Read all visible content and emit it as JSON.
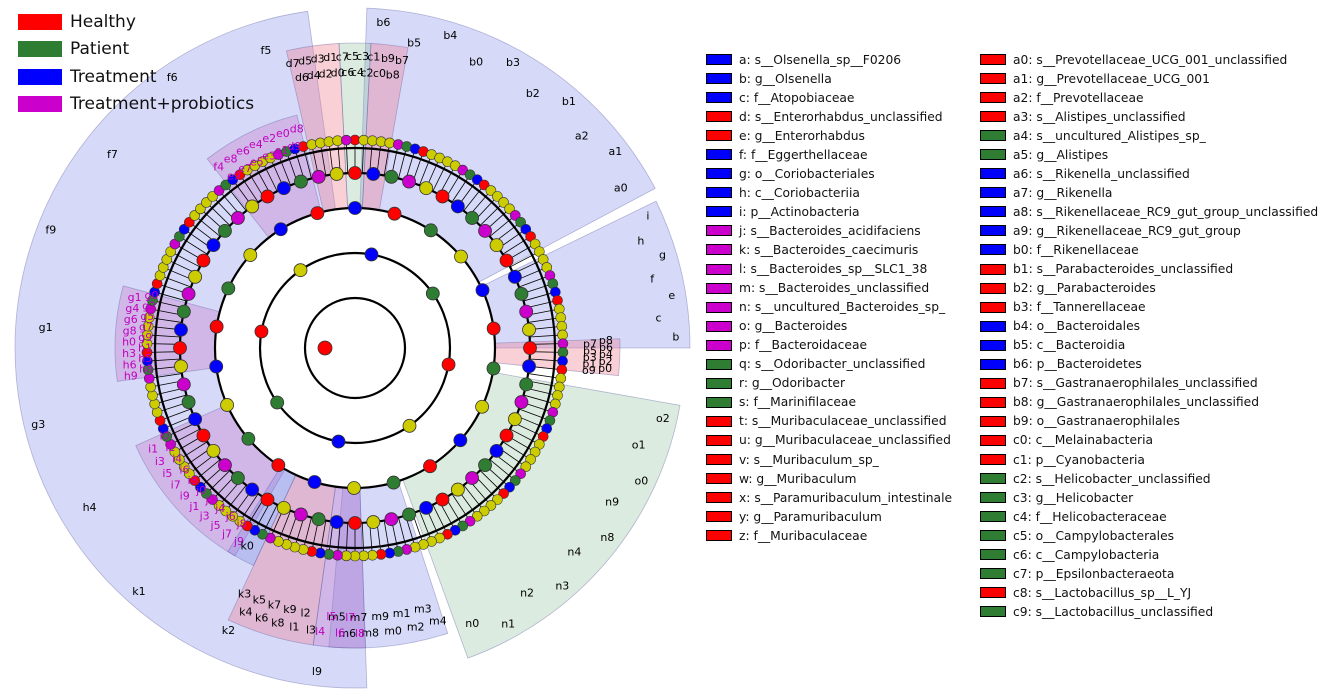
{
  "groups": [
    {
      "name": "Healthy",
      "color": "#ff0000"
    },
    {
      "name": "Patient",
      "color": "#2e7d32"
    },
    {
      "name": "Treatment",
      "color": "#0000ff"
    },
    {
      "name": "Treatment+probiotics",
      "color": "#cc00cc"
    }
  ],
  "chart_data": {
    "type": "cladogram",
    "legend_left": [
      {
        "label": "a: s__Olsenella_sp__F0206",
        "group": "Treatment"
      },
      {
        "label": "b: g__Olsenella",
        "group": "Treatment"
      },
      {
        "label": "c: f__Atopobiaceae",
        "group": "Treatment"
      },
      {
        "label": "d: s__Enterorhabdus_unclassified",
        "group": "Healthy"
      },
      {
        "label": "e: g__Enterorhabdus",
        "group": "Healthy"
      },
      {
        "label": "f: f__Eggerthellaceae",
        "group": "Treatment"
      },
      {
        "label": "g: o__Coriobacteriales",
        "group": "Treatment"
      },
      {
        "label": "h: c__Coriobacteriia",
        "group": "Treatment"
      },
      {
        "label": "i: p__Actinobacteria",
        "group": "Treatment"
      },
      {
        "label": "j: s__Bacteroides_acidifaciens",
        "group": "Treatment+probiotics"
      },
      {
        "label": "k: s__Bacteroides_caecimuris",
        "group": "Treatment+probiotics"
      },
      {
        "label": "l: s__Bacteroides_sp__SLC1_38",
        "group": "Treatment+probiotics"
      },
      {
        "label": "m: s__Bacteroides_unclassified",
        "group": "Treatment+probiotics"
      },
      {
        "label": "n: s__uncultured_Bacteroides_sp_",
        "group": "Treatment+probiotics"
      },
      {
        "label": "o: g__Bacteroides",
        "group": "Treatment+probiotics"
      },
      {
        "label": "p: f__Bacteroidaceae",
        "group": "Treatment+probiotics"
      },
      {
        "label": "q: s__Odoribacter_unclassified",
        "group": "Patient"
      },
      {
        "label": "r: g__Odoribacter",
        "group": "Patient"
      },
      {
        "label": "s: f__Marinifilaceae",
        "group": "Patient"
      },
      {
        "label": "t: s__Muribaculaceae_unclassified",
        "group": "Healthy"
      },
      {
        "label": "u: g__Muribaculaceae_unclassified",
        "group": "Healthy"
      },
      {
        "label": "v: s__Muribaculum_sp_",
        "group": "Healthy"
      },
      {
        "label": "w: g__Muribaculum",
        "group": "Healthy"
      },
      {
        "label": "x: s__Paramuribaculum_intestinale",
        "group": "Healthy"
      },
      {
        "label": "y: g__Paramuribaculum",
        "group": "Healthy"
      },
      {
        "label": "z: f__Muribaculaceae",
        "group": "Healthy"
      }
    ],
    "legend_right": [
      {
        "label": "a0: s__Prevotellaceae_UCG_001_unclassified",
        "group": "Healthy"
      },
      {
        "label": "a1: g__Prevotellaceae_UCG_001",
        "group": "Healthy"
      },
      {
        "label": "a2: f__Prevotellaceae",
        "group": "Healthy"
      },
      {
        "label": "a3: s__Alistipes_unclassified",
        "group": "Healthy"
      },
      {
        "label": "a4: s__uncultured_Alistipes_sp_",
        "group": "Patient"
      },
      {
        "label": "a5: g__Alistipes",
        "group": "Patient"
      },
      {
        "label": "a6: s__Rikenella_unclassified",
        "group": "Treatment"
      },
      {
        "label": "a7: g__Rikenella",
        "group": "Treatment"
      },
      {
        "label": "a8: s__Rikenellaceae_RC9_gut_group_unclassified",
        "group": "Treatment"
      },
      {
        "label": "a9: g__Rikenellaceae_RC9_gut_group",
        "group": "Treatment"
      },
      {
        "label": "b0: f__Rikenellaceae",
        "group": "Treatment"
      },
      {
        "label": "b1: s__Parabacteroides_unclassified",
        "group": "Healthy"
      },
      {
        "label": "b2: g__Parabacteroides",
        "group": "Healthy"
      },
      {
        "label": "b3: f__Tannerellaceae",
        "group": "Healthy"
      },
      {
        "label": "b4: o__Bacteroidales",
        "group": "Treatment"
      },
      {
        "label": "b5: c__Bacteroidia",
        "group": "Treatment"
      },
      {
        "label": "b6: p__Bacteroidetes",
        "group": "Treatment"
      },
      {
        "label": "b7: s__Gastranaerophilales_unclassified",
        "group": "Healthy"
      },
      {
        "label": "b8: g__Gastranaerophilales_unclassified",
        "group": "Healthy"
      },
      {
        "label": "b9: o__Gastranaerophilales",
        "group": "Healthy"
      },
      {
        "label": "c0: c__Melainabacteria",
        "group": "Healthy"
      },
      {
        "label": "c1: p__Cyanobacteria",
        "group": "Healthy"
      },
      {
        "label": "c2: s__Helicobacter_unclassified",
        "group": "Patient"
      },
      {
        "label": "c3: g__Helicobacter",
        "group": "Patient"
      },
      {
        "label": "c4: f__Helicobacteraceae",
        "group": "Patient"
      },
      {
        "label": "c5: o__Campylobacterales",
        "group": "Patient"
      },
      {
        "label": "c6: c__Campylobacteria",
        "group": "Patient"
      },
      {
        "label": "c7: p__Epsilonbacteraeota",
        "group": "Patient"
      },
      {
        "label": "c8: s__Lactobacillus_sp__L_YJ",
        "group": "Healthy"
      },
      {
        "label": "c9: s__Lactobacillus_unclassified",
        "group": "Patient"
      }
    ],
    "clades": [
      {
        "labels": [
          "l9",
          "k2",
          "k1",
          "h4",
          "g3",
          "g1",
          "f9",
          "f7",
          "f6",
          "f5"
        ],
        "group": "Treatment",
        "ring": "phylum"
      },
      {
        "labels": [
          "b6",
          "b5",
          "b4",
          "b0",
          "b3",
          "b2",
          "b1",
          "a2",
          "a1",
          "a0"
        ],
        "group": "Treatment",
        "ring": "phylum"
      },
      {
        "labels": [
          "i",
          "h",
          "g",
          "f",
          "e",
          "c",
          "b"
        ],
        "group": "Treatment",
        "ring": "phylum"
      },
      {
        "labels": [
          "o2",
          "o1",
          "o0",
          "n9",
          "n8",
          "n4",
          "n3",
          "n2",
          "n1",
          "n0"
        ],
        "group": "Patient",
        "ring": "phylum"
      },
      {
        "labels": [
          "m4",
          "m3",
          "m2",
          "m1",
          "m0",
          "m9",
          "m8",
          "m7",
          "m6",
          "m5"
        ],
        "group": "Treatment",
        "ring": "class"
      },
      {
        "labels": [
          "l3",
          "l2",
          "l1",
          "k9",
          "k8",
          "k7",
          "k6",
          "k5",
          "k4",
          "k3"
        ],
        "group": "Healthy",
        "ring": "class"
      },
      {
        "labels": [
          "l8",
          "l7",
          "l6",
          "l5",
          "l4"
        ],
        "group": "Treatment+probiotics",
        "ring": "class"
      },
      {
        "labels": [
          "d7",
          "d6",
          "d5",
          "d4",
          "d3",
          "d2",
          "d1",
          "d0"
        ],
        "group": "Healthy",
        "ring": "class"
      },
      {
        "labels": [
          "c7",
          "c6",
          "c5",
          "c4",
          "c3",
          "c2"
        ],
        "group": "Patient",
        "ring": "class"
      },
      {
        "labels": [
          "c1",
          "c0",
          "b9",
          "b8",
          "b7"
        ],
        "group": "Healthy",
        "ring": "class"
      },
      {
        "labels": [
          "p8",
          "p7",
          "p6",
          "p5",
          "p4",
          "p3",
          "p2",
          "p1",
          "p0",
          "o9"
        ],
        "group": "Healthy",
        "ring": "class"
      },
      {
        "labels": [
          "f4",
          "e9",
          "e8",
          "e7",
          "e6",
          "e5",
          "e4",
          "e3",
          "e2",
          "e1",
          "e0",
          "d9",
          "d8"
        ],
        "group": "Treatment+probiotics",
        "ring": "class"
      },
      {
        "labels": [
          "h9",
          "h8",
          "h6",
          "h5",
          "h3",
          "h1",
          "h0",
          "g9",
          "g8",
          "g7",
          "g6",
          "g5",
          "g4",
          "g2",
          "g1",
          "g0"
        ],
        "group": "Treatment+probiotics",
        "ring": "class"
      },
      {
        "labels": [
          "j9",
          "j8",
          "j7",
          "j6",
          "j5",
          "j4",
          "j3",
          "j2",
          "j1",
          "j0",
          "i9",
          "i8",
          "i7",
          "i6",
          "i5",
          "i4",
          "i3",
          "i2",
          "i1",
          "i0"
        ],
        "group": "Treatment+probiotics",
        "ring": "class"
      },
      {
        "labels": [
          "k0"
        ],
        "group": "Treatment",
        "ring": "class"
      }
    ]
  }
}
